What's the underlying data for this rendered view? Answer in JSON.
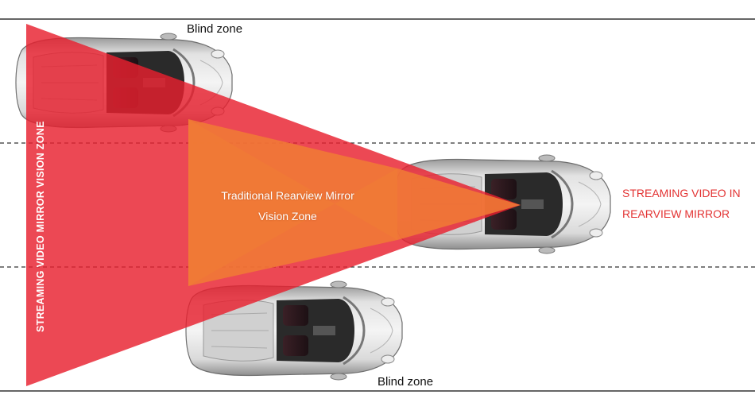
{
  "labels": {
    "blind_zone_top": "Blind zone",
    "blind_zone_bottom": "Blind zone",
    "traditional_line1": "Traditional Rearview Mirror",
    "traditional_line2": "Vision Zone",
    "streaming_line1": "STREAMING VIDEO IN",
    "streaming_line2": "REARVIEW MIRROR",
    "vertical_zone": "STREAMING VIDEO MIRROR VISION ZONE"
  },
  "colors": {
    "streaming_zone_red": "#e8202e",
    "traditional_zone_orange": "#f07a35",
    "note_red": "#e33333",
    "lane_line": "#333333",
    "car_body": "#c9c9c9"
  },
  "icons": {
    "car_top": "car-top-view-icon",
    "car_middle": "car-middle-lane-icon",
    "car_bottom": "car-bottom-view-icon"
  }
}
